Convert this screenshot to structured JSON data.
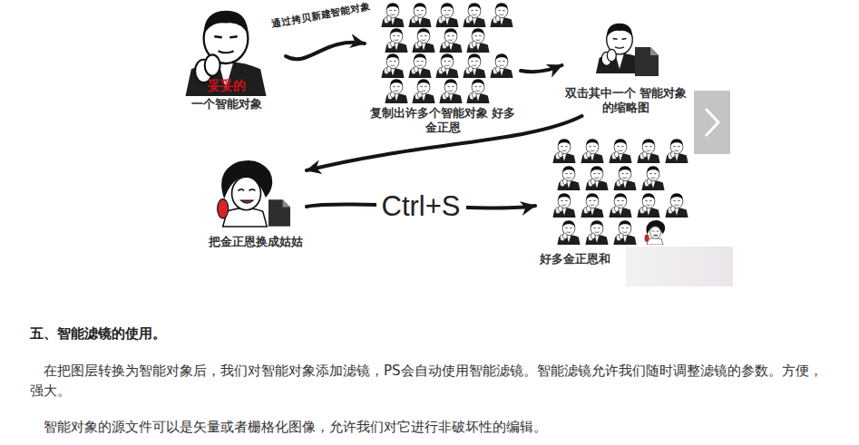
{
  "diagram": {
    "title": "五、智能滤镜的使用。",
    "nodes": [
      {
        "text": [
          "妥妥的",
          "一个智能对象"
        ]
      },
      {
        "text": [
          "复制出许多个智能对象 好多金正恩"
        ]
      },
      {
        "text": [
          "双击其中一个 智能对象的缩略图"
        ]
      },
      {
        "text": [
          "把金正恩换成姑姑"
        ]
      },
      {
        "text": [
          "好多金正恩和"
        ]
      }
    ],
    "edges": [
      {
        "from": 0,
        "to": 1,
        "label": "通过拷贝新建智能对象",
        "arrow": "to"
      },
      {
        "from": 1,
        "to": 2,
        "arrow": "to"
      },
      {
        "from": 2,
        "to": 3,
        "arrow": "to"
      },
      {
        "from": 3,
        "to": 4,
        "label": "Ctrl+S",
        "arrow": "to"
      }
    ],
    "labels": [
      "在把图层转换为智能对象后，我们对智能对象添加滤镜，PS会自动使用智能滤镜。智能滤镜允许我们随时调整滤镜的参数。方便，强大。",
      "智能对象的源文件可以是矢量或者栅格化图像，允许我们对它进行非破坏性的编辑。"
    ]
  }
}
